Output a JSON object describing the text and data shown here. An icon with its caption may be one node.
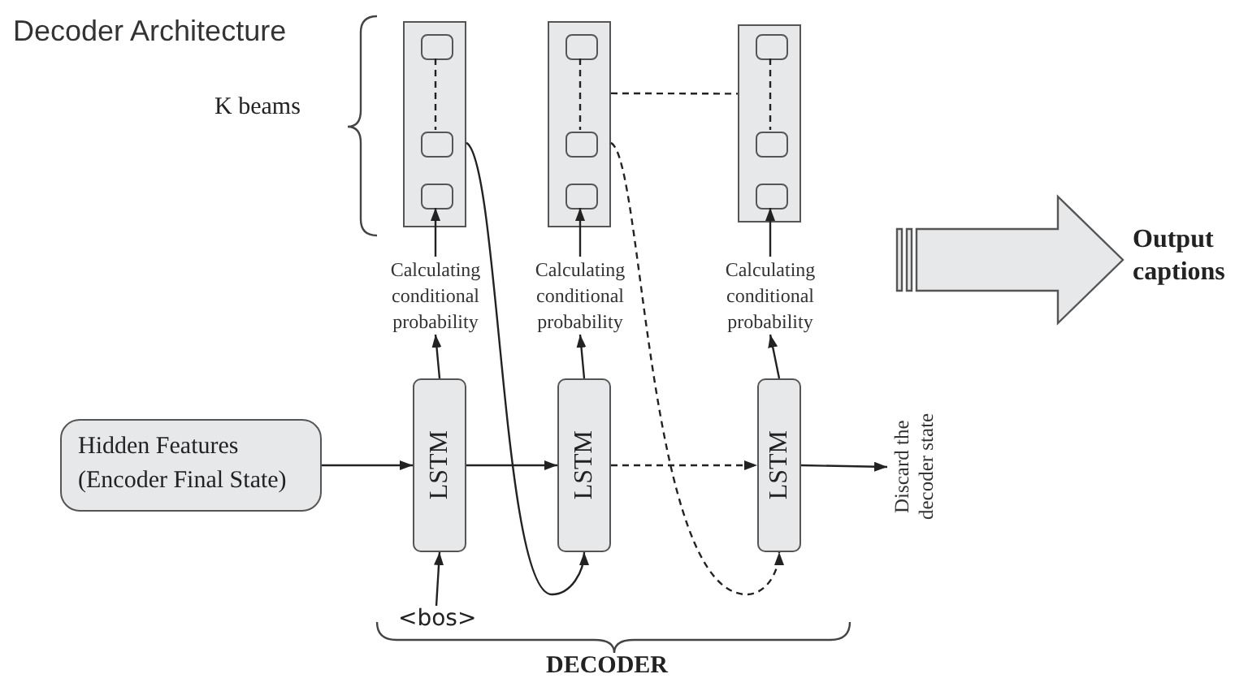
{
  "diagram": {
    "title": "Decoder Architecture",
    "nodes": [
      {
        "text": [],
        "shape": "box"
      },
      {
        "text": [],
        "shape": "box",
        "in": 0
      },
      {
        "text": [],
        "shape": "box",
        "in": 0
      },
      {
        "text": [],
        "shape": "box",
        "in": 0
      },
      {
        "text": [],
        "shape": "box"
      },
      {
        "text": [],
        "shape": "box",
        "in": 4
      },
      {
        "text": [],
        "shape": "box",
        "in": 4
      },
      {
        "text": [],
        "shape": "box",
        "in": 4
      },
      {
        "text": [],
        "shape": "box"
      },
      {
        "text": [],
        "shape": "box",
        "in": 8
      },
      {
        "text": [],
        "shape": "box",
        "in": 8
      },
      {
        "text": [],
        "shape": "box",
        "in": 8
      },
      {
        "text": [
          "Output captions"
        ]
      },
      {
        "text": [
          "Calculating conditional probability"
        ]
      },
      {
        "text": [
          "Calculating conditional probability"
        ]
      },
      {
        "text": [
          "Calculating conditional probability"
        ]
      },
      {
        "text": [
          "Hidden Features (Encoder Final State)"
        ]
      },
      {
        "text": [
          "LSTM"
        ]
      },
      {
        "text": [
          "LSTM"
        ]
      },
      {
        "text": [
          "LSTM"
        ]
      },
      {
        "text": [
          "Discard the decoder state"
        ]
      },
      {
        "text": [
          "<bos>"
        ]
      }
    ],
    "edges": [
      {
        "from": 16,
        "to": 17,
        "arrow": "to"
      },
      {
        "from": 17,
        "to": 18,
        "arrow": "to"
      },
      {
        "from": 18,
        "to": 19,
        "arrow": "to",
        "style": "dashed"
      },
      {
        "from": 19,
        "to": 20,
        "arrow": "to"
      },
      {
        "from": 21,
        "to": 17,
        "arrow": "to"
      },
      {
        "from": 17,
        "to": 13,
        "arrow": "to"
      },
      {
        "from": 18,
        "to": 14,
        "arrow": "to"
      },
      {
        "from": 19,
        "to": 15,
        "arrow": "to"
      },
      {
        "from": 13,
        "to": 3,
        "arrow": "to"
      },
      {
        "from": 14,
        "to": 7,
        "arrow": "to"
      },
      {
        "from": 15,
        "to": 11,
        "arrow": "to"
      },
      {
        "from": 1,
        "to": 2,
        "arrow": "none",
        "style": "dashed"
      },
      {
        "from": 5,
        "to": 6,
        "arrow": "none",
        "style": "dashed"
      },
      {
        "from": 9,
        "to": 10,
        "arrow": "none",
        "style": "dashed"
      },
      {
        "from": 0,
        "to": 18,
        "arrow": "to"
      },
      {
        "from": 4,
        "to": 19,
        "arrow": "to",
        "style": "dashed"
      },
      {
        "from": 4,
        "to": 8,
        "arrow": "none",
        "style": "dashed"
      },
      {
        "from": null,
        "to": 12,
        "arrow": "to",
        "style": "thick"
      }
    ],
    "labels": [
      "K beams",
      "DECODER"
    ]
  }
}
